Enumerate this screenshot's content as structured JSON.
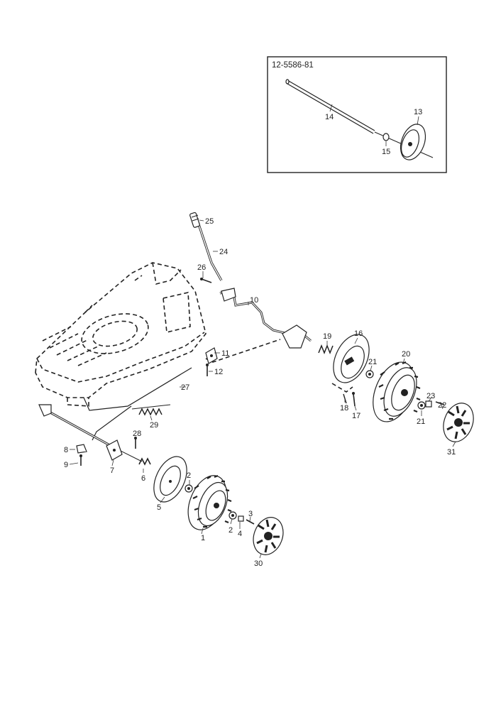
{
  "inset": {
    "title": "12-5586-81"
  },
  "labels": {
    "p1": "1",
    "p2a": "2",
    "p2b": "2",
    "p3": "3",
    "p4": "4",
    "p5": "5",
    "p6": "6",
    "p7": "7",
    "p8": "8",
    "p9": "9",
    "p10": "10",
    "p11": "11",
    "p12": "12",
    "p13": "13",
    "p14": "14",
    "p15": "15",
    "p16": "16",
    "p17": "17",
    "p18": "18",
    "p19": "19",
    "p20": "20",
    "p21a": "21",
    "p21b": "21",
    "p22": "22",
    "p23": "23",
    "p24": "24",
    "p25": "25",
    "p26": "26",
    "p27": "27",
    "p28": "28",
    "p29": "29",
    "p30": "30",
    "p31": "31"
  }
}
